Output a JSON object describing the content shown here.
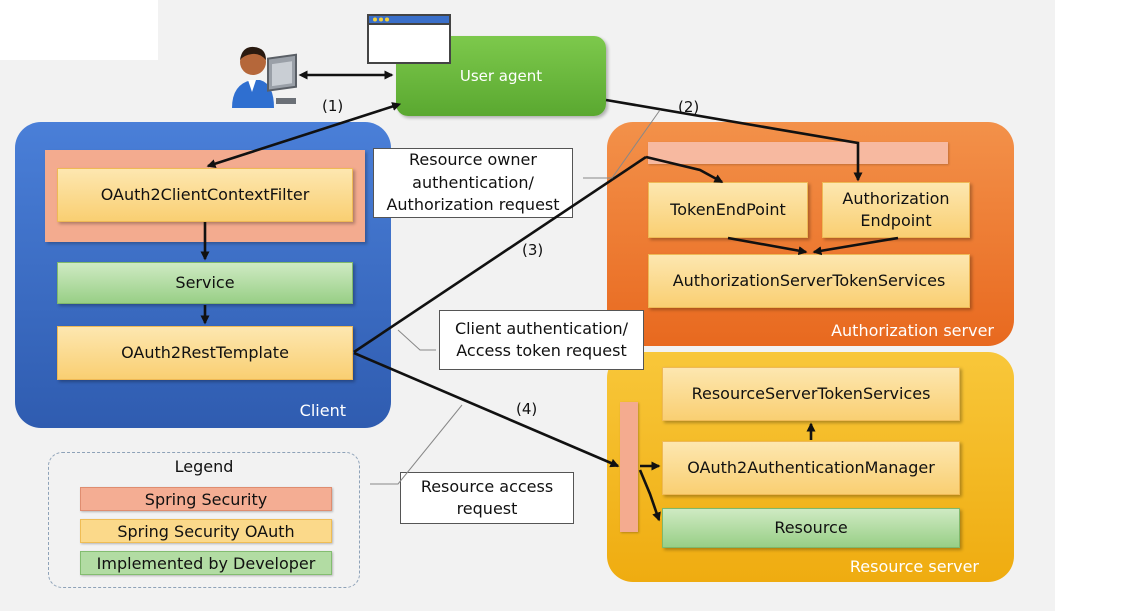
{
  "user_agent": {
    "label": "User agent"
  },
  "client": {
    "label": "Client",
    "context_filter": "OAuth2ClientContextFilter",
    "service": "Service",
    "rest_template": "OAuth2RestTemplate"
  },
  "authorization_server": {
    "label": "Authorization server",
    "token_endpoint": "TokenEndPoint",
    "authorization_endpoint": "Authorization\nEndpoint",
    "token_services": "AuthorizationServerTokenServices"
  },
  "resource_server": {
    "label": "Resource server",
    "token_services": "ResourceServerTokenServices",
    "auth_manager": "OAuth2AuthenticationManager",
    "resource": "Resource"
  },
  "callouts": {
    "resource_owner_auth": "Resource owner\nauthentication/\nAuthorization request",
    "client_auth": "Client authentication/\nAccess token request",
    "resource_access": "Resource access\nrequest"
  },
  "steps": {
    "s1": "(1)",
    "s2": "(2)",
    "s3": "(3)",
    "s4": "(4)"
  },
  "legend": {
    "title": "Legend",
    "items": [
      {
        "label": "Spring Security",
        "color": "#f4ad93"
      },
      {
        "label": "Spring Security OAuth",
        "color": "#fbd98a"
      },
      {
        "label": "Implemented by Developer",
        "color": "#b2dca3"
      }
    ]
  },
  "colors": {
    "client_panel": "#3b6dc5",
    "authorization_panel": "#ee7a2f",
    "resource_panel": "#f4b41c",
    "user_agent": "#6dbb3e"
  },
  "icons": {
    "user": "user-at-computer-icon",
    "browser": "browser-window-icon"
  }
}
